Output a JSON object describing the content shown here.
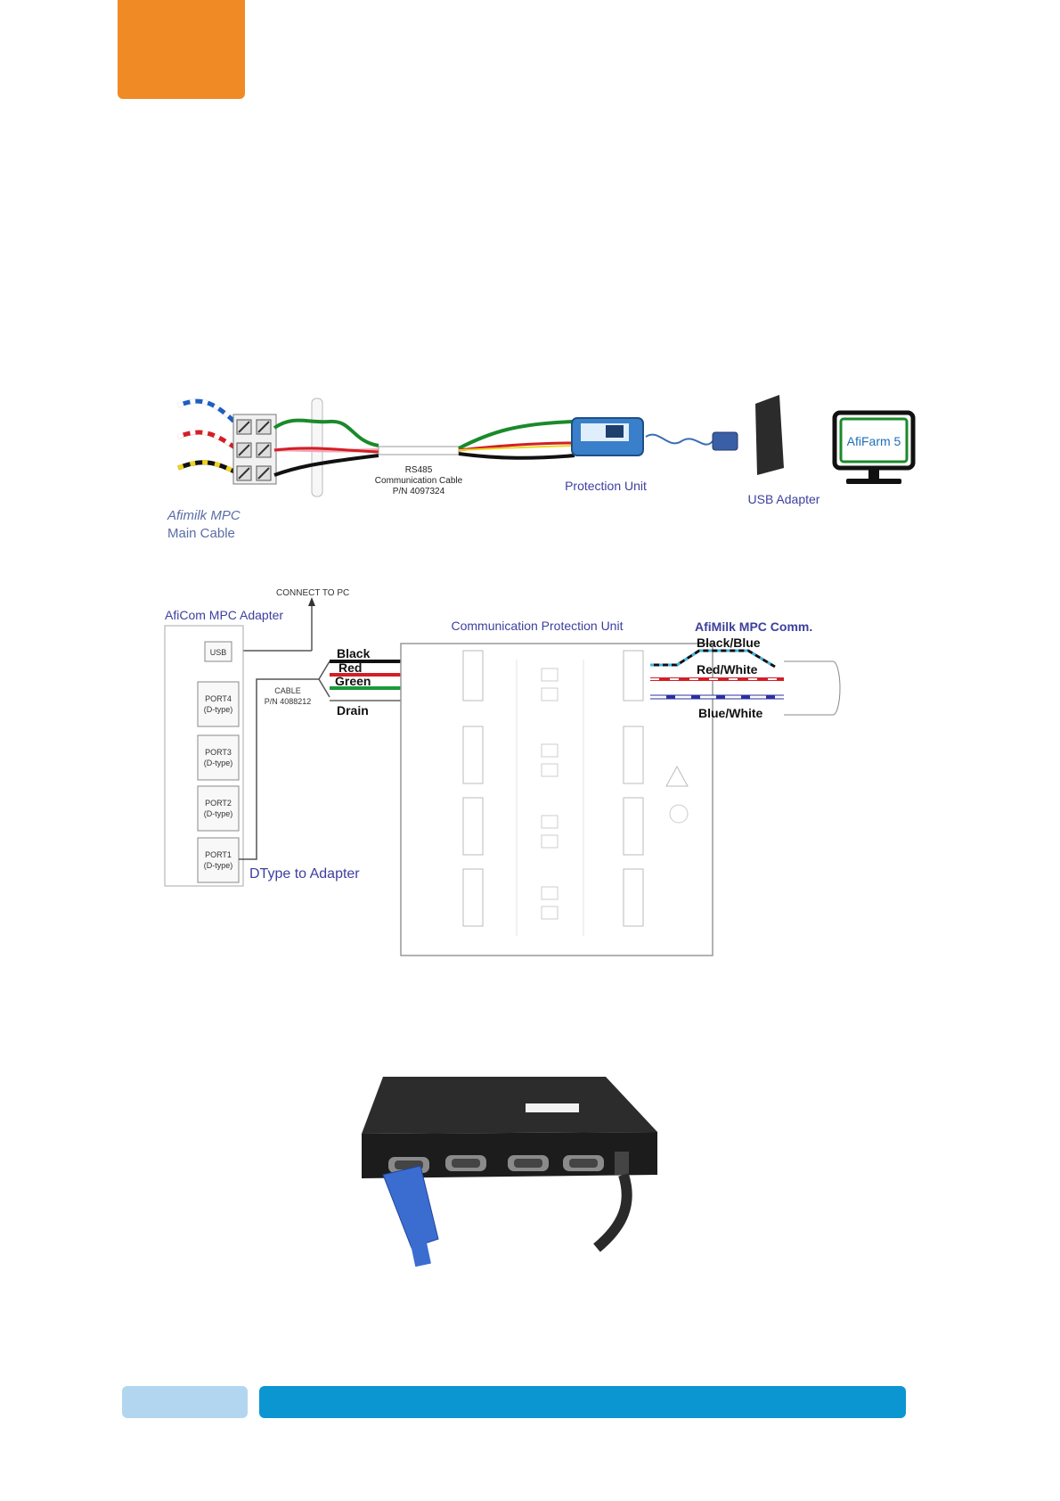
{
  "diagram1": {
    "main_cable_line1": "Afimilk MPC",
    "main_cable_line2": "Main Cable",
    "rs485_line1": "RS485",
    "rs485_line2": "Communication Cable",
    "rs485_line3": "P/N 4097324",
    "protection_unit": "Protection Unit",
    "usb_adapter": "USB Adapter",
    "afifarm": "AfiFarm 5"
  },
  "diagram2": {
    "connect_to_pc": "CONNECT TO PC",
    "adapter_title": "AfiCom MPC Adapter",
    "usb": "USB",
    "ports": [
      {
        "name": "PORT4",
        "type": "(D-type)"
      },
      {
        "name": "PORT3",
        "type": "(D-type)"
      },
      {
        "name": "PORT2",
        "type": "(D-type)"
      },
      {
        "name": "PORT1",
        "type": "(D-type)"
      }
    ],
    "cable_line1": "CABLE",
    "cable_line2": "P/N 4088212",
    "wires": [
      "Black",
      "Red",
      "Green",
      "Drain"
    ],
    "cpu_title": "Communication Protection Unit",
    "comm_title": "AfiMilk MPC Comm.",
    "comm_wires": [
      "Black/Blue",
      "Red/White",
      "Blue/White"
    ],
    "dtype_label": "DType to Adapter"
  },
  "colors": {
    "accent_orange": "#f08a24",
    "footer_light_blue": "#b3d6f0",
    "footer_blue": "#0b96d1",
    "label_blue": "#3d3f9e"
  }
}
